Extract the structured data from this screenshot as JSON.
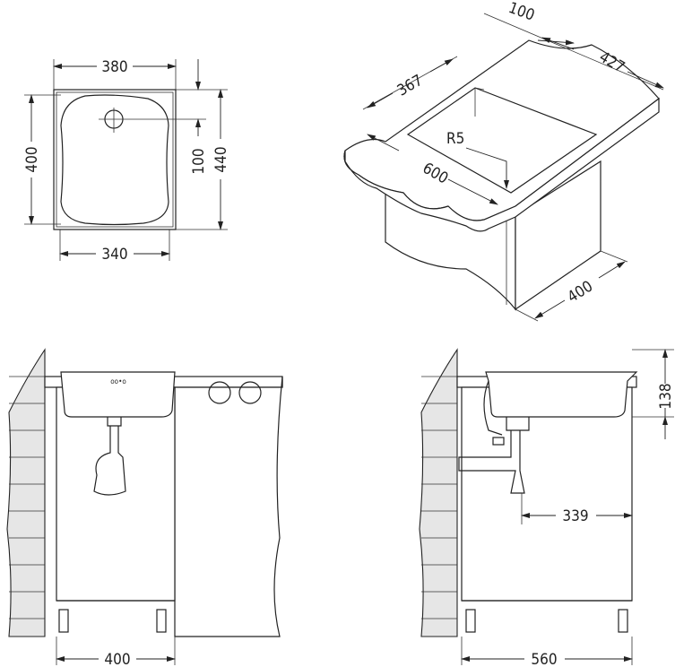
{
  "top_view": {
    "width_outer": "380",
    "width_inner": "340",
    "depth_inner": "400",
    "drain_offset": "100",
    "depth_outer": "440"
  },
  "isometric_view": {
    "top_depth": "100",
    "cutout_depth": "427",
    "cutout_width": "367",
    "corner_radius": "R5",
    "countertop_width": "600",
    "cabinet_depth": "400"
  },
  "front_view": {
    "cabinet_width": "400"
  },
  "side_view": {
    "sink_height": "138",
    "drain_distance": "339",
    "cabinet_width": "560"
  }
}
